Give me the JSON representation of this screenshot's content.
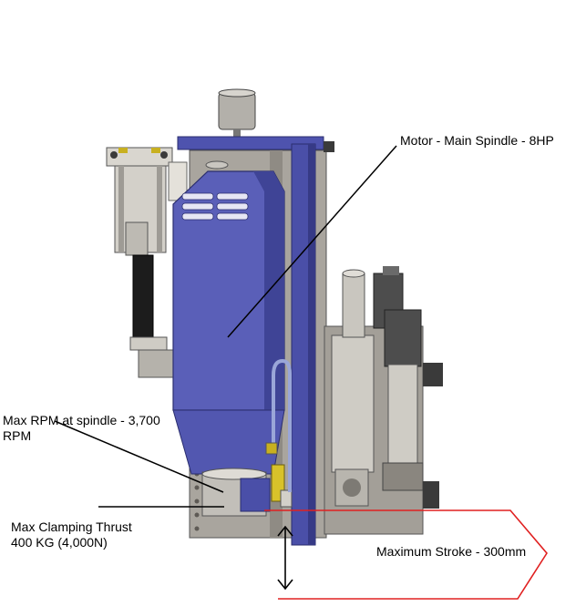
{
  "labels": {
    "motor": "Motor - Main Spindle - 8HP",
    "max_rpm": "Max RPM at spindle - 3,700\nRPM",
    "clamping_thrust": "Max Clamping Thrust\n400 KG (4,000N)",
    "stroke": "Maximum Stroke - 300mm"
  },
  "colors": {
    "housing_blue": "#5a5fb8",
    "housing_dark": "#3b3f8a",
    "steel_gray": "#b9b6b0",
    "plate_gray": "#a7a39c",
    "black_part": "#1c1c1c",
    "yellow_part": "#d8c22a",
    "stroke_red": "#e02020",
    "leader": "#000000"
  }
}
